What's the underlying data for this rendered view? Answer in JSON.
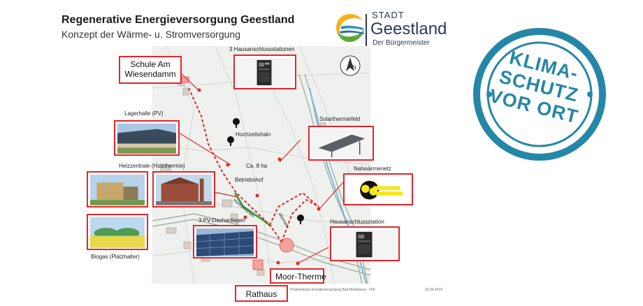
{
  "header": {
    "title": "Regenerative Energieversorgung Geestland",
    "subtitle": "Konzept der Wärme- u. Stromversorgung"
  },
  "logo": {
    "stadt": "STADT",
    "name": "Geestland",
    "sub": "Der Bürgermeister"
  },
  "labels": {
    "hausanschlussstationen": "3 Hausanschlussstationen",
    "schule": "Schule Am Wiesendamm",
    "lagerhalle": "Lagerhalle (PV)",
    "heizzentrale": "Heizzentrale (Holzthermie)",
    "biogas": "Biogas (Platzhalter)",
    "pv_dachanlagen": "3 PV-Dachanlagen",
    "solarthermiefeld": "Solarthermiefeld",
    "nahwaermenetz": "Nahwärmenetz",
    "hausanschlussstation": "Hausanschlussstation",
    "moor_therme": "Moor-Therme",
    "rathaus": "Rathaus",
    "hochzeitshain": "Hochzeitshain",
    "ca_8ha": "Ca. 8 ha",
    "betriebshof": "Betriebshof",
    "hochzeitshain_trail": "Hochzeitshain",
    "alternativ": "alternativ"
  },
  "footer": {
    "caption": "Projektskizze Energieversorgung Bad Bederkesa - HUI",
    "date": "15.04.2019"
  },
  "stamp": {
    "line1": "KLIMA-",
    "line2": "SCHUTZ",
    "line3": "VOR ORT",
    "color": "#2587a8"
  },
  "colors": {
    "accent_red": "#e2262b",
    "map_bg": "#eef1ee",
    "logo_blue": "#2b3a55",
    "trail_green": "#3aa845"
  },
  "icons": {
    "compass": "north-arrow-icon",
    "tree": "tree-icon"
  }
}
